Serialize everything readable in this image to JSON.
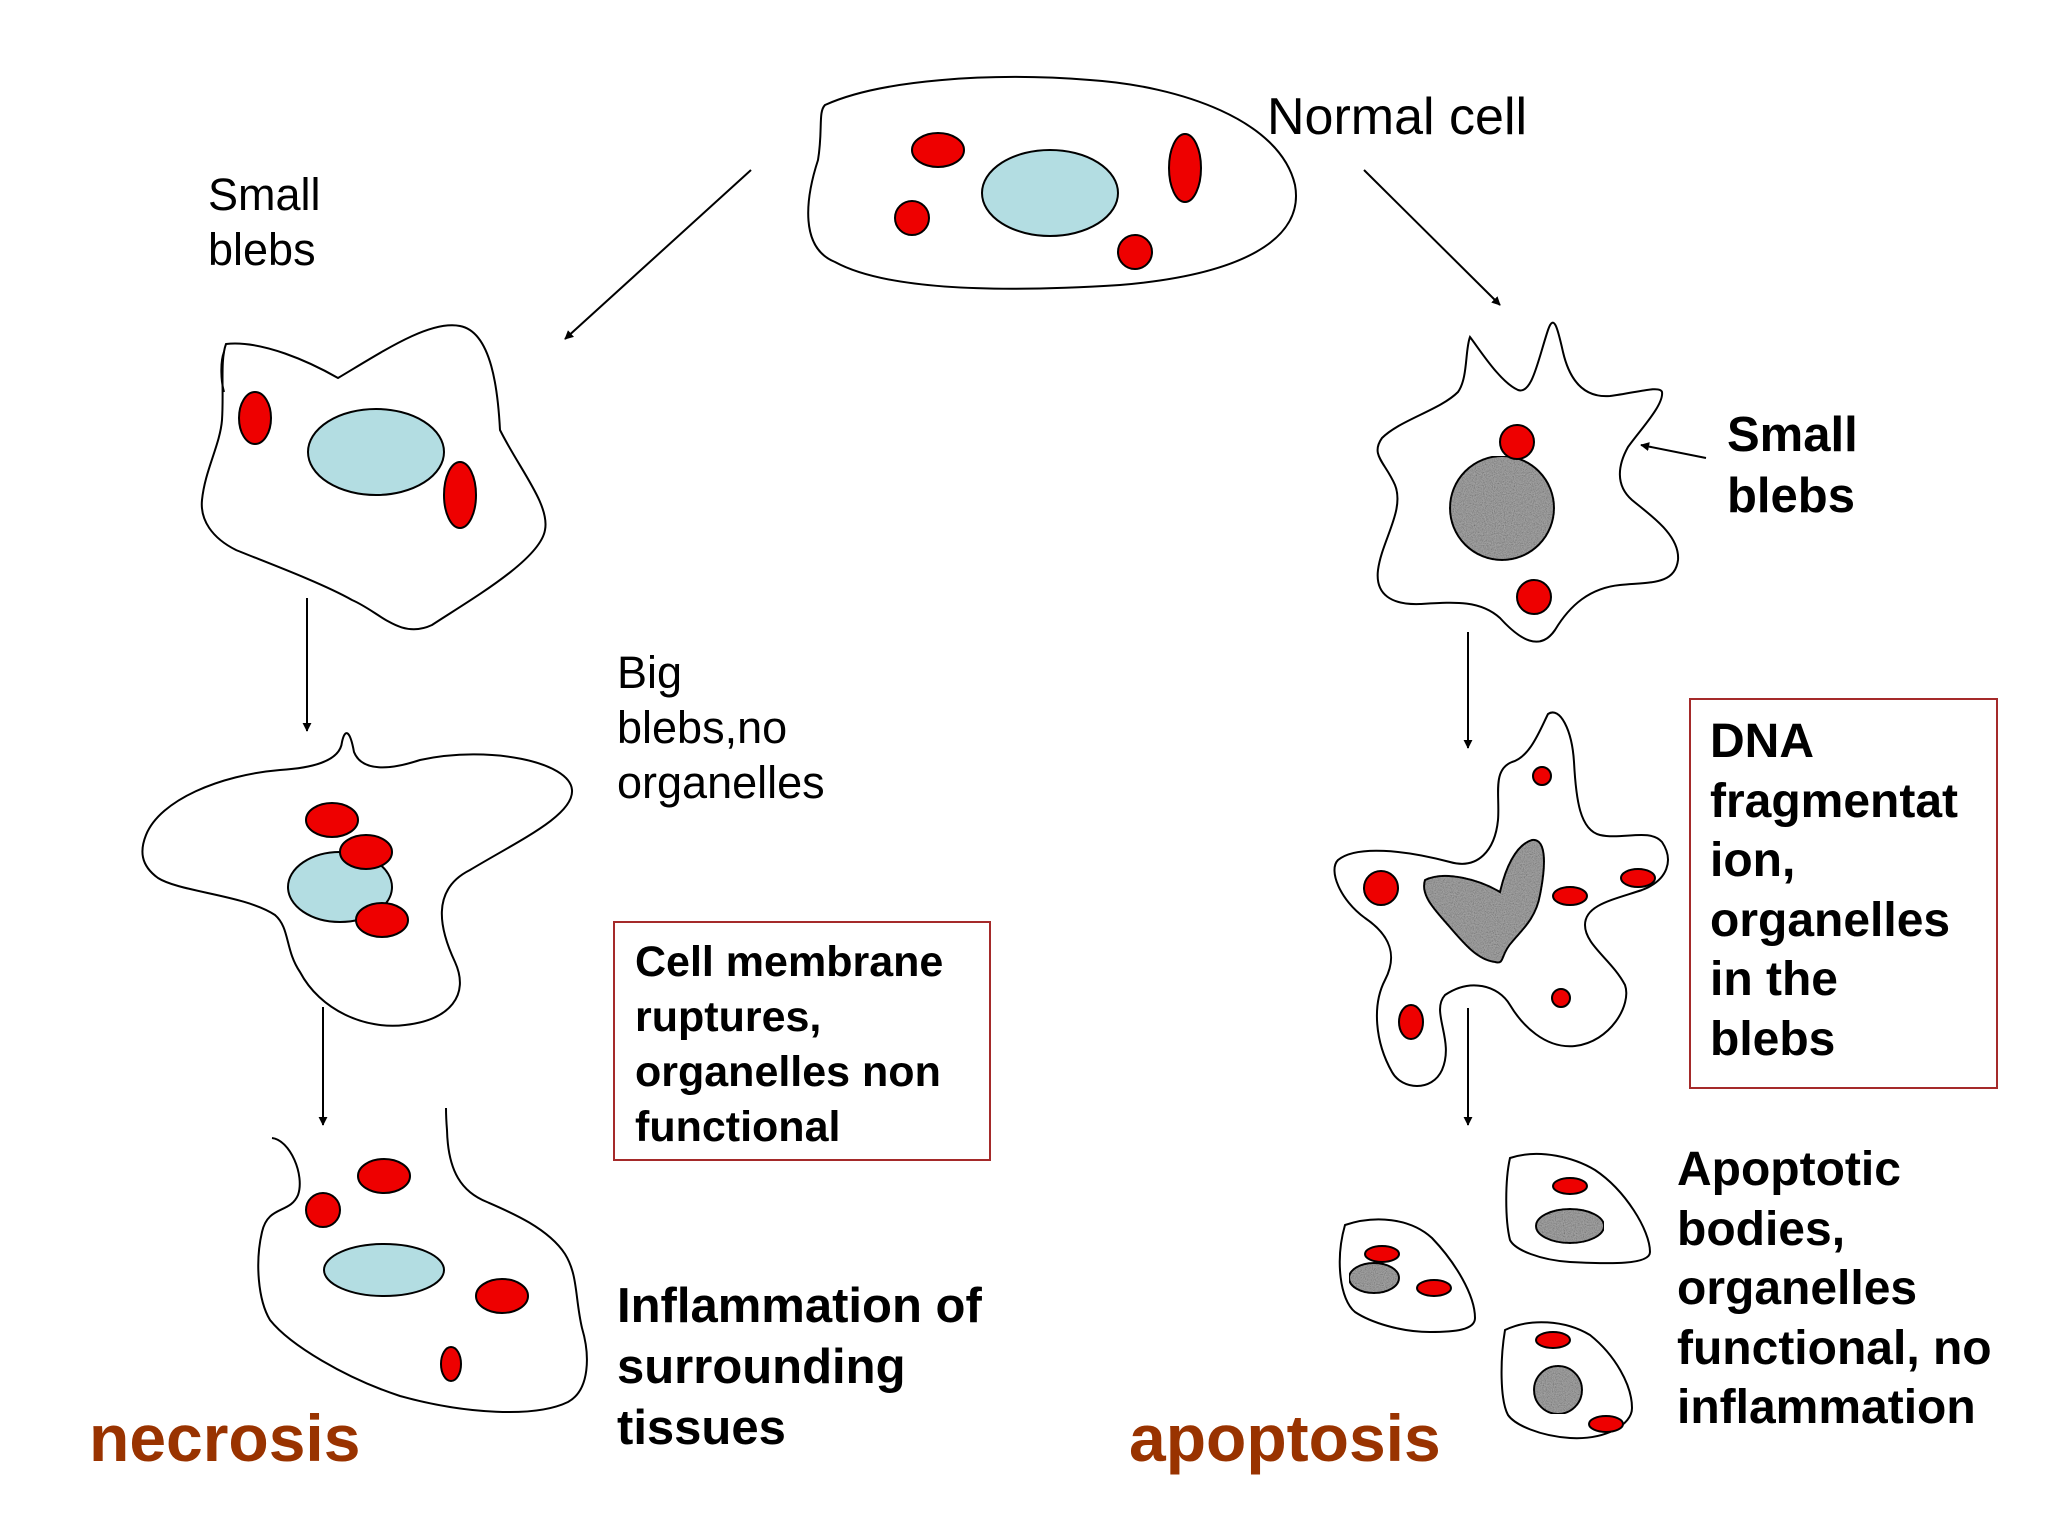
{
  "labels": {
    "normal_cell": "Normal cell",
    "necrosis_small_blebs": "Small\nblebs",
    "big_blebs": "Big\nblebs,no\norganelles",
    "membrane_ruptures": "Cell membrane\nruptures,\norganelles non\nfunctional",
    "inflammation": "Inflammation of\nsurrounding\ntissues",
    "necrosis": "necrosis",
    "apoptosis_small_blebs": "Small\nblebs",
    "dna_fragmentation": "DNA\nfragmentat\nion,\norganelles\nin the\nblebs",
    "apoptotic_bodies": "Apoptotic\nbodies,\norganelles\nfunctional, no\ninflammation",
    "apoptosis": "apoptosis"
  },
  "colors": {
    "organelle": "#ee0000",
    "nucleus": "#b3dde2",
    "fragmented_nucleus": "#a9a9a9",
    "title": "#993300",
    "box_border": "#a52a2a"
  }
}
